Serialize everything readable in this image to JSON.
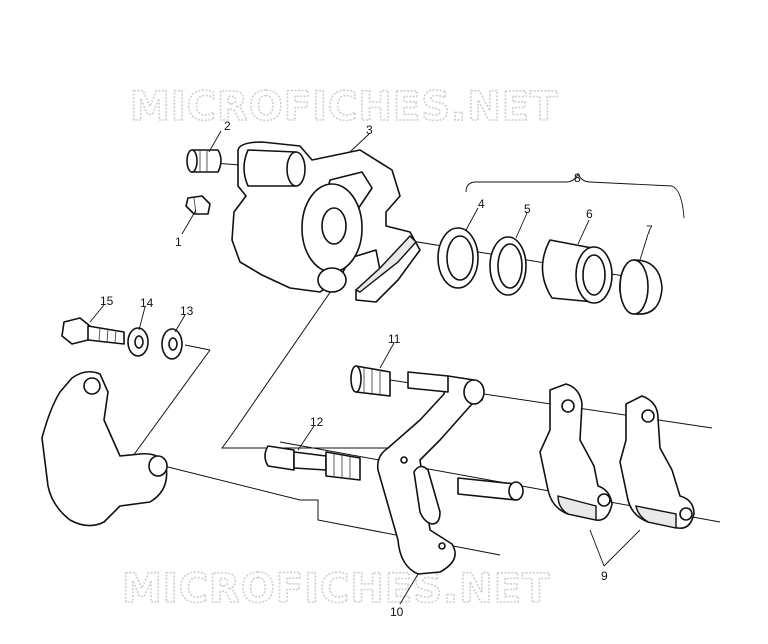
{
  "watermark": {
    "text": "MICROFICHES.NET"
  },
  "callouts": [
    {
      "id": "1",
      "label": "1"
    },
    {
      "id": "2",
      "label": "2"
    },
    {
      "id": "3",
      "label": "3"
    },
    {
      "id": "4",
      "label": "4"
    },
    {
      "id": "5",
      "label": "5"
    },
    {
      "id": "6",
      "label": "6"
    },
    {
      "id": "7",
      "label": "7"
    },
    {
      "id": "8",
      "label": "8"
    },
    {
      "id": "9",
      "label": "9"
    },
    {
      "id": "10",
      "label": "10"
    },
    {
      "id": "11",
      "label": "11"
    },
    {
      "id": "12",
      "label": "12"
    },
    {
      "id": "13",
      "label": "13"
    },
    {
      "id": "14",
      "label": "14"
    },
    {
      "id": "15",
      "label": "15"
    }
  ]
}
